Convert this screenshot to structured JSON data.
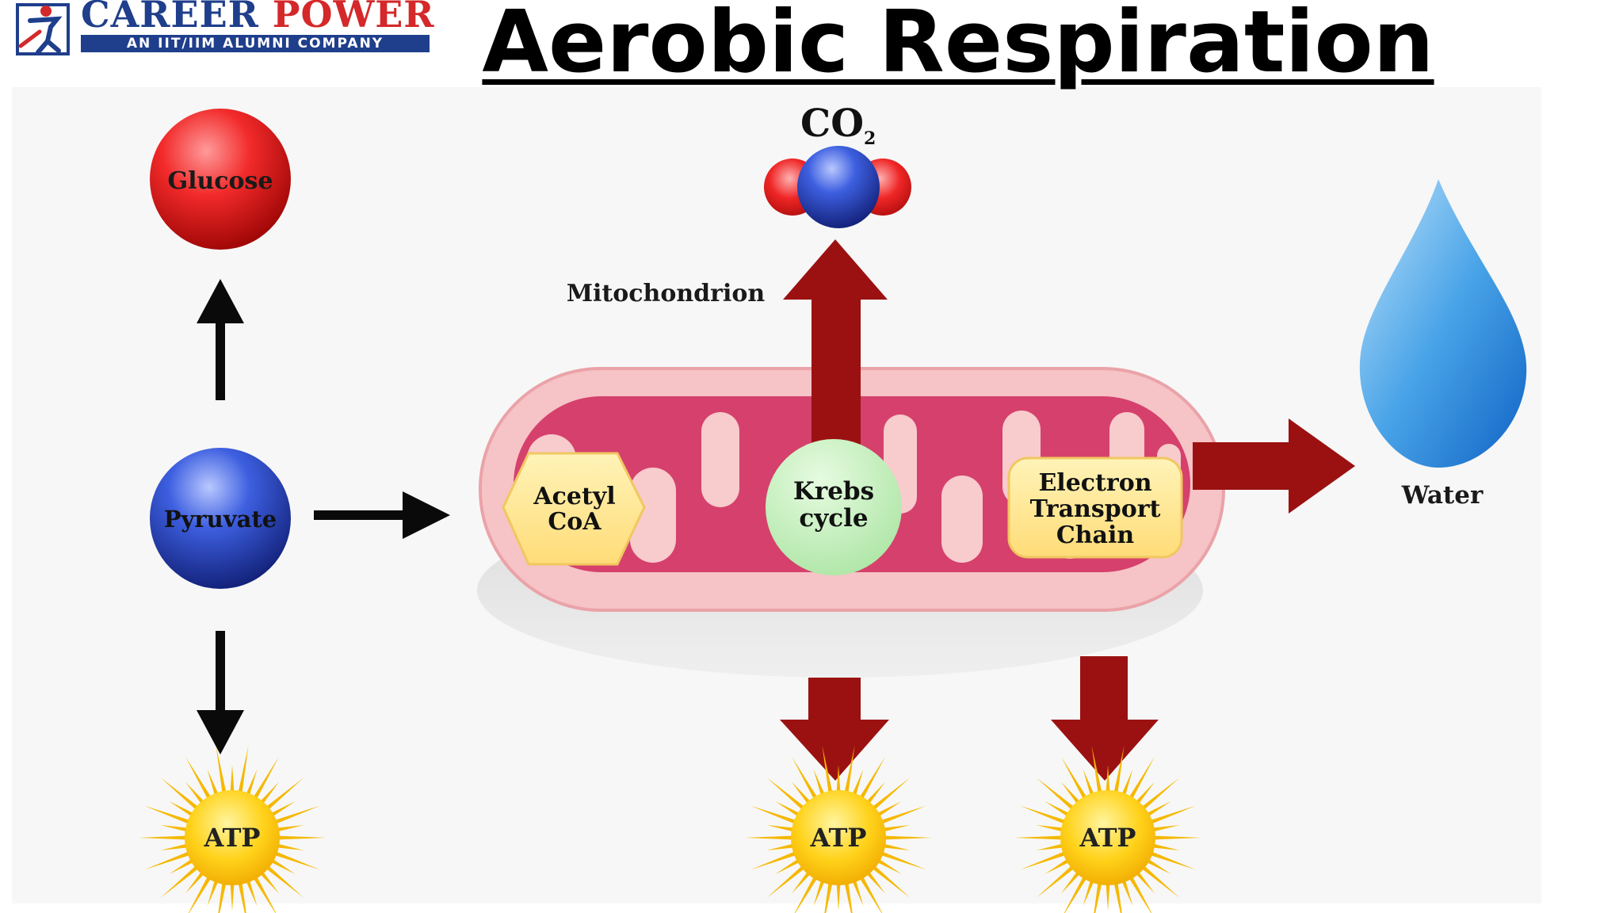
{
  "logo": {
    "brand_part1": "CAREER",
    "brand_part2": "POWER",
    "tagline": "AN IIT/IIM ALUMNI COMPANY"
  },
  "title": "Aerobic Respiration",
  "nodes": {
    "glucose": "Glucose",
    "pyruvate": "Pyruvate",
    "acetyl_coa": [
      "Acetyl",
      "CoA"
    ],
    "krebs": [
      "Krebs",
      "cycle"
    ],
    "etc": [
      "Electron",
      "Transport",
      "Chain"
    ],
    "water": "Water",
    "mitochondrion": "Mitochondrion",
    "co2_main": "CO",
    "co2_sub": "2",
    "atp": [
      "ATP",
      "ATP",
      "ATP"
    ]
  },
  "colors": {
    "arrow_dark_red": "#9b1111",
    "glucose_red": "#e0161f",
    "pyruvate_blue": "#2a49c8",
    "mito_outer": "#f7c3c4",
    "mito_inner": "#d6406b",
    "atp_yellow": "#f7c411",
    "water_blue": "#2f8fe0"
  }
}
